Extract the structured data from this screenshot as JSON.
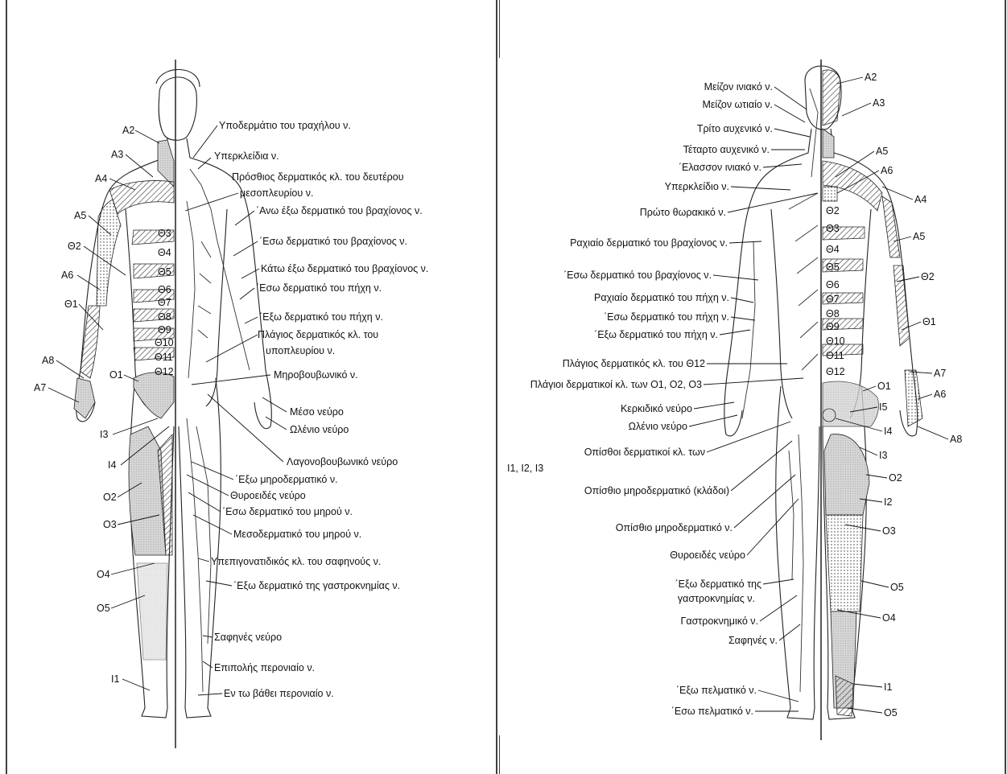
{
  "panels": {
    "front": {
      "labels_left": [
        "A2",
        "A3",
        "A4",
        "A5",
        "Θ2",
        "A6",
        "Θ1",
        "A8",
        "A7",
        "O1",
        "I3",
        "I4",
        "O2",
        "O3",
        "O4",
        "O5",
        "I1"
      ],
      "labels_ribs": [
        "Θ3",
        "Θ4",
        "Θ5",
        "Θ6",
        "Θ7",
        "Θ8",
        "Θ9",
        "Θ10",
        "Θ11",
        "Θ12"
      ],
      "labels_right": [
        "Υποδερμάτιο του τραχήλου ν.",
        "Υπερκλείδια ν.",
        "Πρόσθιος δερματικός κλ. του δευτέρου",
        "μεσοπλευρίου ν.",
        "΄Ανω έξω δερματικό του βραχίονος ν.",
        "΄Εσω δερματικό του βραχίονος ν.",
        "Κάτω έξω δερματικό του βραχίονος ν.",
        "΄Εσω δερματικό του πήχη ν.",
        "΄Εξω δερματικό του πήχη ν.",
        "Πλάγιος δερματικός κλ. του",
        "υποπλευρίου ν.",
        "Μηροβουβωνικό ν.",
        "Μέσο νεύρο",
        "Ωλένιο νεύρο",
        "Λαγονοβουβωνικό νεύρο",
        "΄Εξω μηροδερματικό ν.",
        "Θυροειδές νεύρο",
        "΄Εσω δερματικό του μηρού ν.",
        "Μεσοδερματικό του μηρού ν.",
        "Υπεπιγονατιδικός κλ. του σαφηνούς ν.",
        "΄Εξω δερματικό της γαστροκνημίας ν.",
        "Σαφηνές νεύρο",
        "Επιπολής περονιαίο ν.",
        "Εν τω βάθει περονιαίο ν."
      ]
    },
    "back": {
      "labels_left": [
        "Μείζον ινιακό ν.",
        "Μείζον ωτιαίο ν.",
        "Τρίτο αυχενικό ν.",
        "Τέταρτο αυχενικό ν.",
        "΄Ελασσον ινιακό ν.",
        "Υπερκλείδιο ν.",
        "Πρώτο θωρακικό ν.",
        "Ραχιαίο δερματικό του βραχίονος ν.",
        "΄Εσω δερματικό του βραχίονος ν.",
        "Ραχιαίο δερματικό του πήχη ν.",
        "΄Εσω δερματικό του πήχη ν.",
        "΄Εξω δερματικό του πήχη ν.",
        "Πλάγιος δερματικός κλ. του Θ12",
        "Πλάγιοι δερματικοί κλ. των Ο1, Ο2, Ο3",
        "Κερκιδικό νεύρο",
        "Ωλένιο νεύρο",
        "Οπίσθοι δερματικοί κλ. των",
        "Ι1, Ι2, Ι3",
        "Οπίσθιο μηροδερματικό (κλάδοι)",
        "Οπίσθιο μηροδερματικό ν.",
        "Θυροειδές νεύρο",
        "΄Εξω δερματικό της",
        "γαστροκνημίας ν.",
        "Γαστροκνημικό ν.",
        "Σαφηνές ν.",
        "΄Εξω πελματικό ν.",
        "΄Εσω πελματικό ν."
      ],
      "labels_ribs": [
        "Θ2",
        "Θ3",
        "Θ4",
        "Θ5",
        "Θ6",
        "Θ7",
        "Θ8",
        "Θ9",
        "Θ10",
        "Θ11",
        "Θ12"
      ],
      "labels_right": [
        "A2",
        "A3",
        "A5",
        "A6",
        "A4",
        "A5",
        "Θ2",
        "Θ1",
        "A7",
        "A6",
        "O1",
        "I5",
        "I4",
        "A8",
        "I3",
        "O2",
        "I2",
        "O3",
        "O5",
        "O4",
        "I1",
        "O5"
      ]
    }
  }
}
